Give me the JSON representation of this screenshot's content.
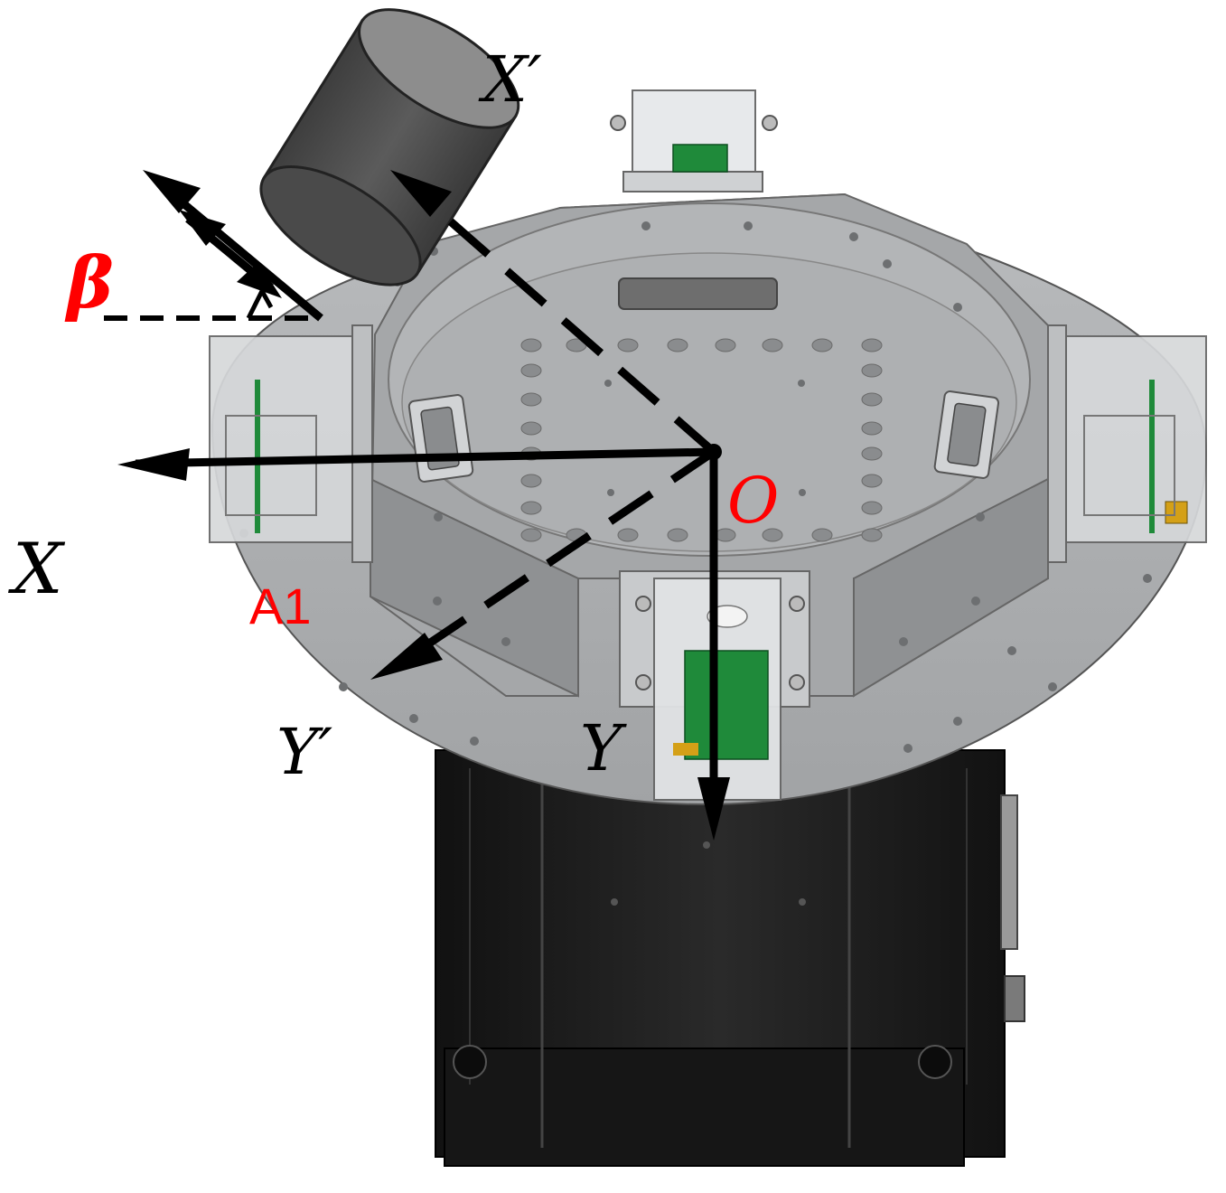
{
  "labels": {
    "x_prime": "X′",
    "beta": "β",
    "x": "X",
    "origin": "O",
    "a1": "A1",
    "y_prime": "Y′",
    "y": "Y"
  },
  "colors": {
    "annotation_red": "#ff0000",
    "axis_black": "#000000",
    "table_gray": "#a9abad",
    "motor_black": "#1e1e1e",
    "camera_gray": "#5a5a5a",
    "pcb_green": "#1f8a3a"
  }
}
